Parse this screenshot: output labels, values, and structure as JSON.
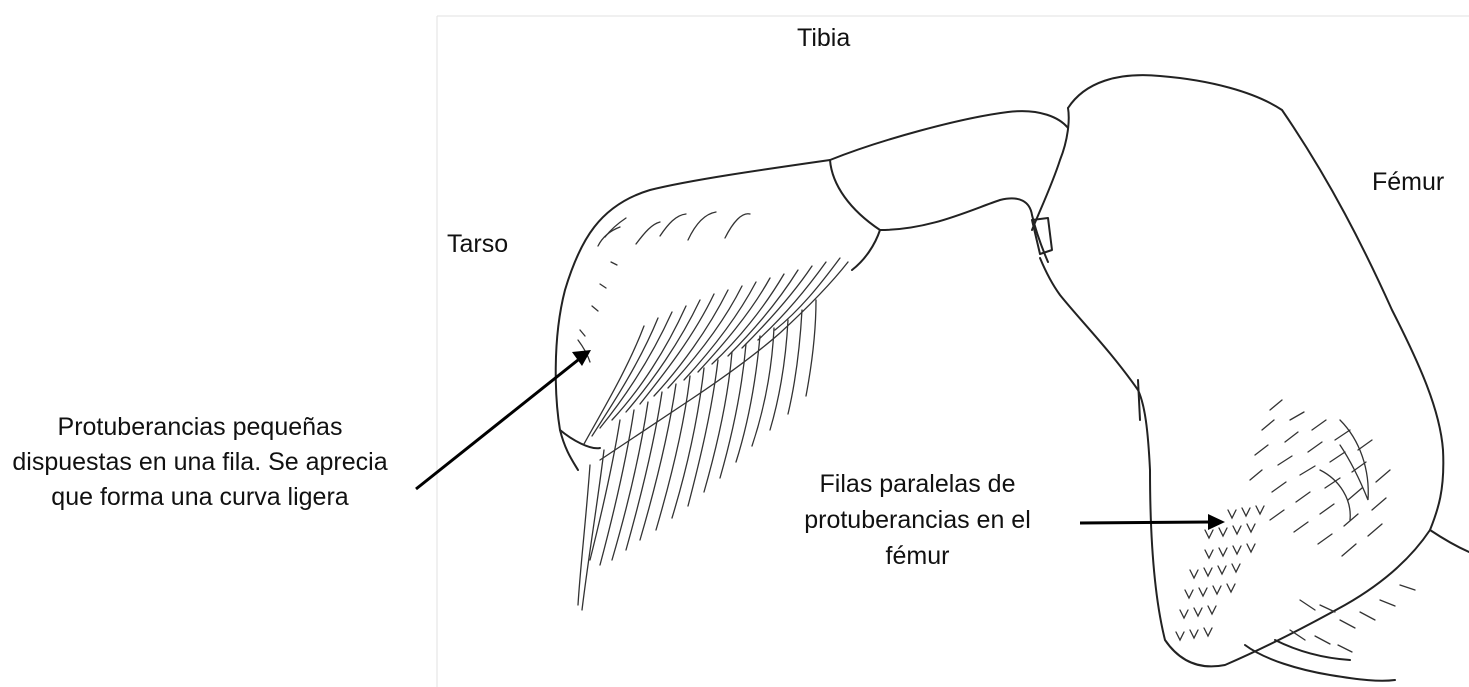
{
  "labels": {
    "tibia": "Tibia",
    "femur": "Fémur",
    "tarso": "Tarso",
    "note_row": "Protuberancias pequeñas dispuestas en una fila. Se aprecia que forma una curva ligera",
    "note_femur": "Filas paralelas de protuberancias en el fémur"
  },
  "colors": {
    "ink": "#222222",
    "arrow": "#000000",
    "background": "#ffffff"
  }
}
